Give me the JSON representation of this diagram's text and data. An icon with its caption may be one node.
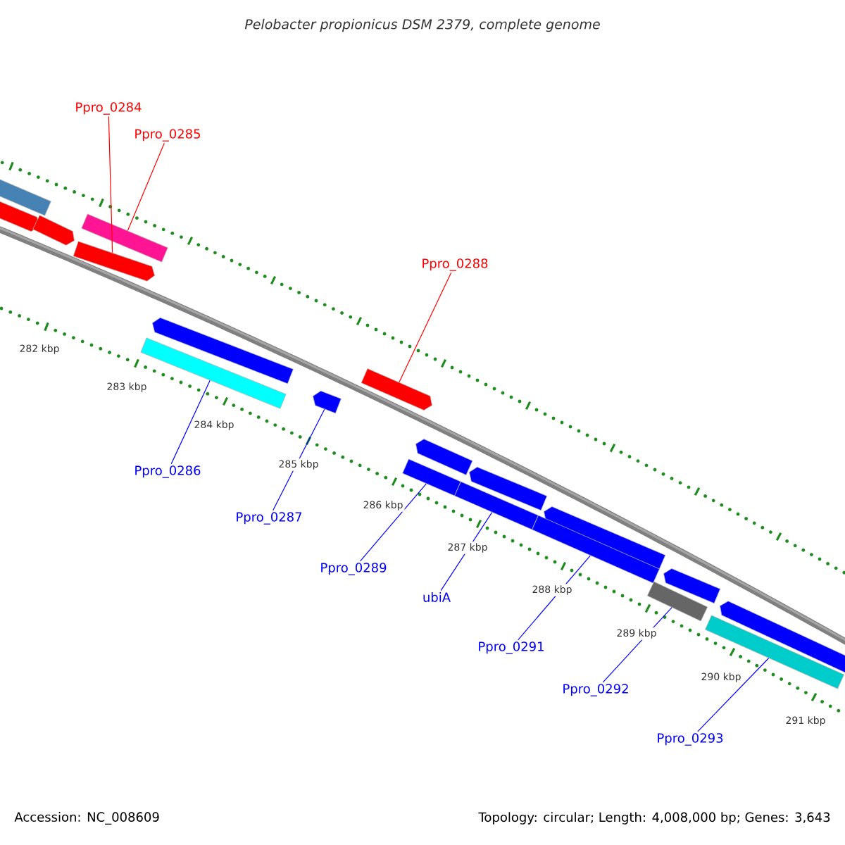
{
  "diagram": {
    "title": "Pelobacter propionicus DSM 2379, complete genome",
    "nodes": [
      {
        "text": [
          "Ppro_0284"
        ]
      },
      {
        "text": [
          "Ppro_0285"
        ]
      },
      {
        "text": [
          "Ppro_0288"
        ]
      },
      {
        "text": [
          "Ppro_0286"
        ]
      },
      {
        "text": [
          "Ppro_0287"
        ]
      },
      {
        "text": [
          "Ppro_0289"
        ]
      },
      {
        "text": [
          "ubiA"
        ]
      },
      {
        "text": [
          "Ppro_0291"
        ]
      },
      {
        "text": [
          "Ppro_0292"
        ]
      },
      {
        "text": [
          "Ppro_0293"
        ]
      },
      {
        "text": [],
        "shape": "bar"
      },
      {
        "text": [],
        "shape": "bar"
      },
      {
        "text": [],
        "shape": "bar"
      },
      {
        "text": [],
        "shape": "bar"
      },
      {
        "text": [],
        "shape": "bar"
      },
      {
        "text": [],
        "shape": "bar"
      },
      {
        "text": [],
        "shape": "bar"
      },
      {
        "text": [],
        "shape": "bar"
      },
      {
        "text": [],
        "shape": "bar"
      },
      {
        "text": [],
        "shape": "bar"
      },
      {
        "text": [],
        "shape": "bar"
      },
      {
        "text": [],
        "shape": "bar"
      },
      {
        "text": [],
        "shape": "bar"
      },
      {
        "text": [],
        "shape": "bar"
      },
      {
        "text": [],
        "shape": "bar"
      },
      {
        "text": [],
        "shape": "bar"
      },
      {
        "text": [],
        "shape": "bar"
      },
      {
        "text": [],
        "shape": "bar"
      },
      {
        "text": [],
        "shape": "bar"
      }
    ],
    "edges": [
      {
        "from": 0,
        "to": 14,
        "arrow": "none",
        "color": "#ff0000"
      },
      {
        "from": 1,
        "to": 13,
        "arrow": "none",
        "color": "#ff0000"
      },
      {
        "from": 2,
        "to": 18,
        "arrow": "none",
        "color": "#ff0000"
      },
      {
        "from": 3,
        "to": 16,
        "arrow": "none"
      },
      {
        "from": 4,
        "to": 17,
        "arrow": "none"
      },
      {
        "from": 5,
        "to": 24,
        "arrow": "none"
      },
      {
        "from": 6,
        "to": 25,
        "arrow": "none"
      },
      {
        "from": 7,
        "to": 26,
        "arrow": "none"
      },
      {
        "from": 8,
        "to": 27,
        "arrow": "none"
      },
      {
        "from": 9,
        "to": 28,
        "arrow": "none"
      }
    ],
    "labels": [
      "282 kbp",
      "283 kbp",
      "284 kbp",
      "285 kbp",
      "286 kbp",
      "287 kbp",
      "288 kbp",
      "289 kbp",
      "290 kbp",
      "291 kbp",
      "Accession: NC_008609",
      "Topology: circular; Length: 4,008,000 bp; Genes: 3,643"
    ]
  }
}
